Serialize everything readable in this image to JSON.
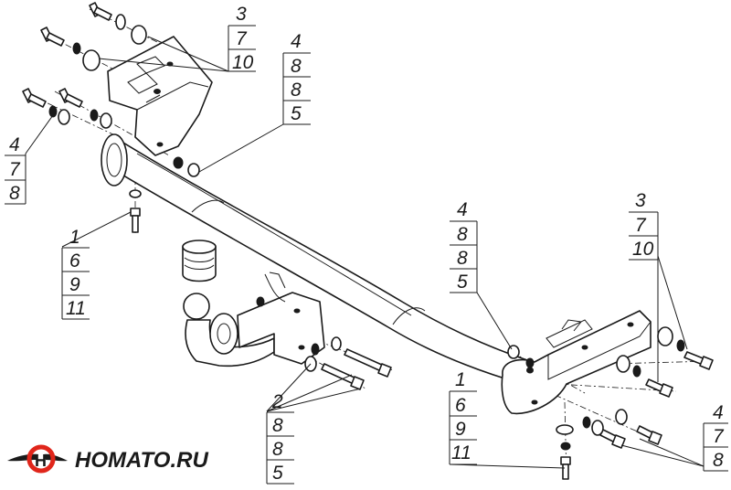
{
  "logo": {
    "text": "HOMATO.RU",
    "accent_color": "#e0261b",
    "dark_color": "#1a1a1a"
  },
  "callouts": [
    {
      "id": "c1",
      "numbers": [
        "3",
        "7",
        "10"
      ]
    },
    {
      "id": "c2",
      "numbers": [
        "4",
        "8",
        "8",
        "5"
      ]
    },
    {
      "id": "c3",
      "numbers": [
        "4",
        "7",
        "8"
      ]
    },
    {
      "id": "c4",
      "numbers": [
        "1",
        "6",
        "9",
        "11"
      ]
    },
    {
      "id": "c5",
      "numbers": [
        "4",
        "8",
        "8",
        "5"
      ]
    },
    {
      "id": "c6",
      "numbers": [
        "3",
        "7",
        "10"
      ]
    },
    {
      "id": "c7",
      "numbers": [
        "2",
        "8",
        "8",
        "5"
      ]
    },
    {
      "id": "c8",
      "numbers": [
        "1",
        "6",
        "9",
        "11"
      ]
    },
    {
      "id": "c9",
      "numbers": [
        "4",
        "7",
        "8"
      ]
    }
  ]
}
